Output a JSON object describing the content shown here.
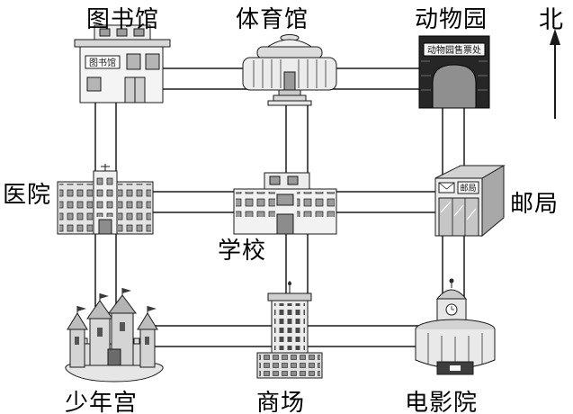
{
  "compass": {
    "label": "北"
  },
  "buildings": {
    "library": {
      "label": "图书馆",
      "sign": "图书馆"
    },
    "gym": {
      "label": "体育馆"
    },
    "zoo": {
      "label": "动物园",
      "sign": "动物园售票处"
    },
    "hospital": {
      "label": "医院"
    },
    "school": {
      "label": "学校"
    },
    "post_office": {
      "label": "邮局",
      "sign": "邮局"
    },
    "youth_palace": {
      "label": "少年宫"
    },
    "mall": {
      "label": "商场"
    },
    "cinema": {
      "label": "电影院"
    }
  },
  "colors": {
    "road_line": "#1a1a1a",
    "background": "#ffffff"
  }
}
